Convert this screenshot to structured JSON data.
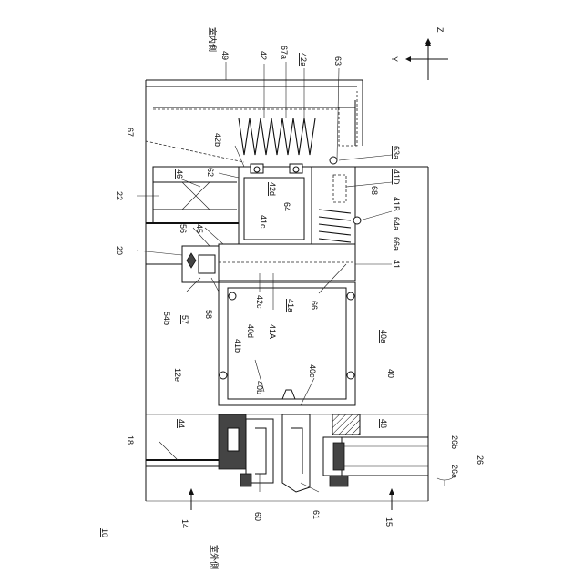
{
  "figure": {
    "fig_number": "10",
    "label_indoor": "室内側",
    "label_outdoor": "室外側",
    "axis_z": "Z",
    "axis_y": "Y"
  },
  "parts": {
    "n49": "49",
    "n42": "42",
    "n67a": "67a",
    "n42a": "42a",
    "n63": "63",
    "n67": "67",
    "n42b": "42b",
    "n63a": "63a",
    "n46": "46",
    "n62": "62",
    "n41D": "41D",
    "n42d": "42d",
    "n68": "68",
    "n22": "22",
    "n41B": "41B",
    "n41c": "41c",
    "n64": "64",
    "n64a": "64a",
    "n56": "56",
    "n45": "45",
    "n66a": "66a",
    "n20": "20",
    "n41": "41",
    "n54b": "54b",
    "n57": "57",
    "n58": "58",
    "n42c": "42c",
    "n41A": "41A",
    "n41a": "41a",
    "n66": "66",
    "n41b": "41b",
    "n40d": "40d",
    "n40a": "40a",
    "n12e": "12e",
    "n40": "40",
    "n40b": "40b",
    "n40c": "40c",
    "n44": "44",
    "n48": "48",
    "n18": "18",
    "n26b": "26b",
    "n26": "26",
    "n26a": "26a",
    "n14": "14",
    "n60": "60",
    "n61": "61",
    "n15": "15"
  }
}
